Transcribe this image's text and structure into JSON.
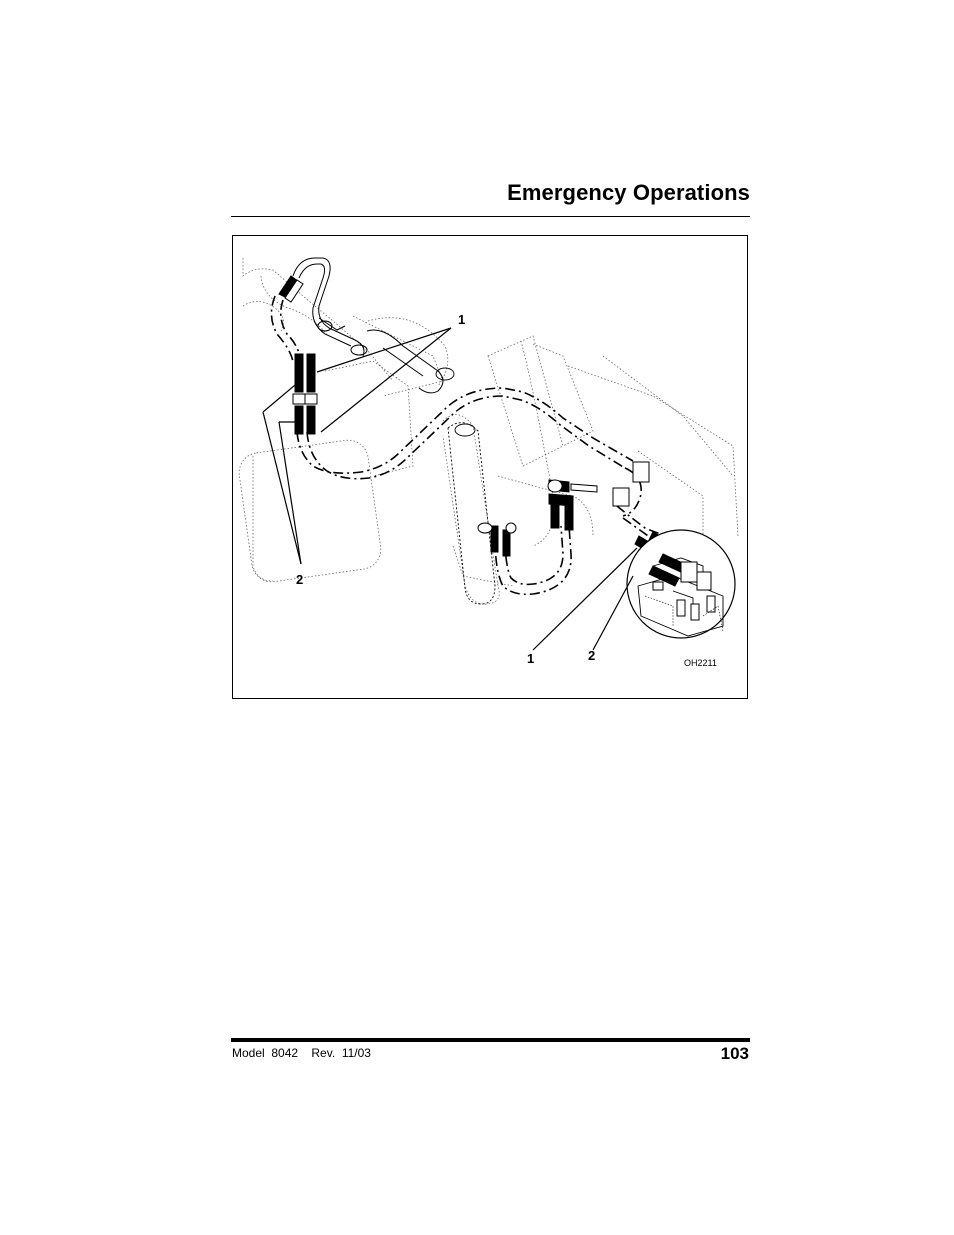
{
  "header": {
    "title": "Emergency Operations"
  },
  "figure": {
    "id": "OH2211",
    "callouts": [
      "1",
      "2",
      "1",
      "2"
    ]
  },
  "footer": {
    "model": "Model  8042",
    "revision": "Rev.  11/03",
    "page_number": "103"
  }
}
